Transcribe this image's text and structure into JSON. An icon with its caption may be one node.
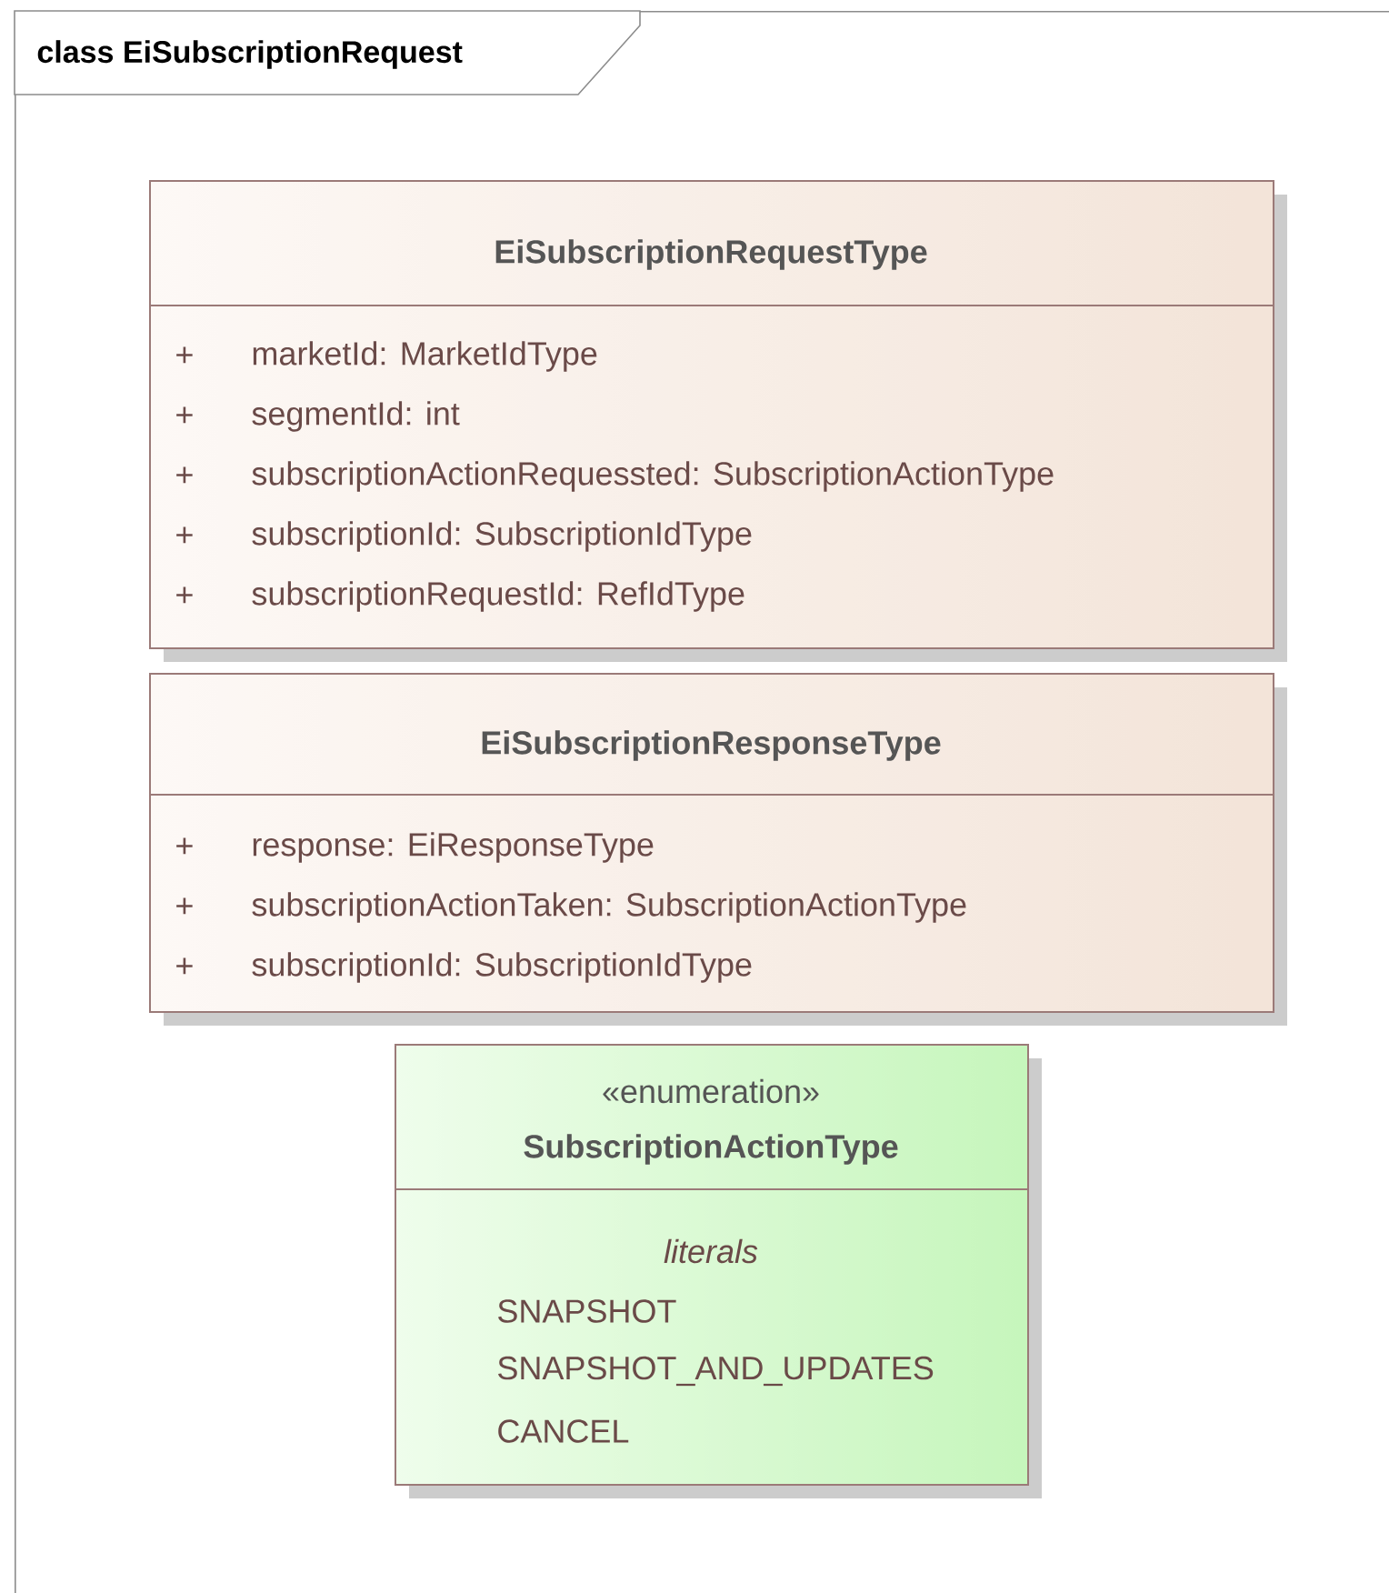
{
  "diagram": {
    "nodes": [
      {
        "text": [
          "class EiSubscriptionRequest"
        ]
      },
      {
        "text": [
          "EiSubscriptionRequestType",
          "+",
          "marketId: MarketIdType",
          "+",
          "segmentId: int",
          "+",
          "subscriptionActionRequessted: SubscriptionActionType",
          "+",
          "subscriptionId: SubscriptionIdType",
          "+",
          "subscriptionRequestId: RefIdType"
        ],
        "in": 0
      },
      {
        "text": [
          "EiSubscriptionResponseType",
          "+",
          "response: EiResponseType",
          "+",
          "subscriptionActionTaken: SubscriptionActionType",
          "+",
          "subscriptionId: SubscriptionIdType"
        ],
        "in": 0
      },
      {
        "text": [
          "«enumeration»",
          "SubscriptionActionType",
          "literals",
          "SNAPSHOT",
          "SNAPSHOT_AND_UPDATES",
          "CANCEL"
        ],
        "in": 0
      }
    ]
  }
}
